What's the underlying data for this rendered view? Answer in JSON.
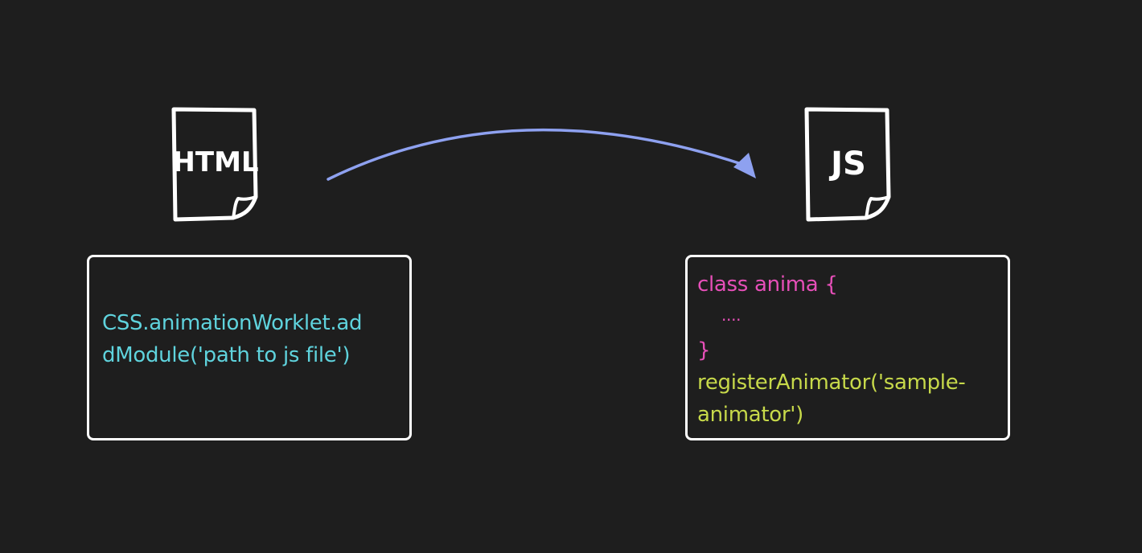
{
  "colors": {
    "background": "#1e1e1e",
    "outline": "#ffffff",
    "arrow": "#8ea1f0",
    "cyan_text": "#5fd3dd",
    "pink_text": "#e64fb8",
    "green_text": "#c7d94a"
  },
  "html_file": {
    "icon": "html-file-icon",
    "label": "HTML"
  },
  "js_file": {
    "icon": "js-file-icon",
    "label": "JS"
  },
  "left_box": {
    "lines": [
      "CSS.animationWorklet.ad",
      "dModule('path to js file')"
    ]
  },
  "right_box": {
    "class_line": "class anima {",
    "dots_line": "....",
    "close_line": "}",
    "register_lines": [
      "registerAnimator('sample-",
      "animator')"
    ]
  }
}
